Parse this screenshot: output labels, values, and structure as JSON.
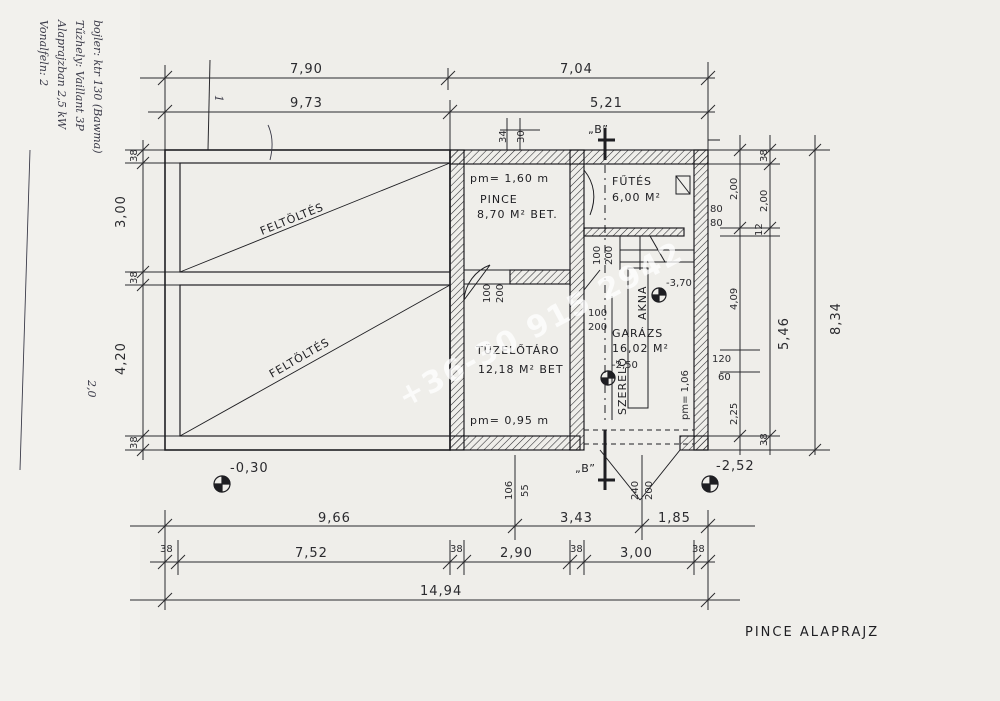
{
  "title": "PINCE ALAPRAJZ",
  "section_marker": "B",
  "dimensions": {
    "top_row1": [
      "7,90",
      "7,04"
    ],
    "top_row2": [
      "9,73",
      "5,21"
    ],
    "top_small": [
      "34",
      "30"
    ],
    "left_side": [
      "38",
      "3,00",
      "38",
      "4,20",
      "38"
    ],
    "right_inner": [
      "2,00",
      "80",
      "12",
      "4,09",
      "120",
      "60",
      "2,25",
      "38"
    ],
    "right_outer": [
      "38",
      "2,00",
      "8,34",
      "5,46"
    ],
    "bottom_row1": [
      "9,66",
      "3,43",
      "1,85"
    ],
    "bottom_row2": [
      "38",
      "7,52",
      "38",
      "2,90",
      "38",
      "3,00",
      "38"
    ],
    "bottom_total": "14,94",
    "below_plan": [
      "106",
      "55",
      "240",
      "200"
    ]
  },
  "rooms": {
    "pince_name": "PINCE",
    "pince_area": "8,70 M² BET.",
    "pince_level": "pm= 1,60 m",
    "futes_name": "FŰTÉS",
    "futes_area": "6,00 M²",
    "tuzelo_name": "TÜZELŐTÁRO",
    "tuzelo_area": "12,18 M² BET",
    "tuzelo_level": "pm= 0,95 m",
    "garazs_name": "GARÁZS",
    "garazs_area": "16,02 M²",
    "akna": "AKNA",
    "szerelo": "SZERELŐ",
    "garazs_level": "pm= 1,06"
  },
  "fill_label": "FELTÖLTÉS",
  "levels": {
    "left": "-0,30",
    "right": "-2,52",
    "akna": "-3,70",
    "garazs": "-2,50"
  },
  "openings": [
    "100",
    "200",
    "100",
    "200",
    "100",
    "200",
    "80",
    "80"
  ],
  "margin_notes": [
    "Vonalfeln: 2",
    "Alaprajzban 2,5 kW",
    "Tűzhely: Vaillant 3P",
    "bojler: ktr 130 (Bawma)",
    "2,0",
    "1"
  ],
  "watermark": "+36-30 915 2942",
  "colors": {
    "ink": "#1e1e22",
    "paper": "#efeeea",
    "hatch": "#2a2a2e"
  }
}
